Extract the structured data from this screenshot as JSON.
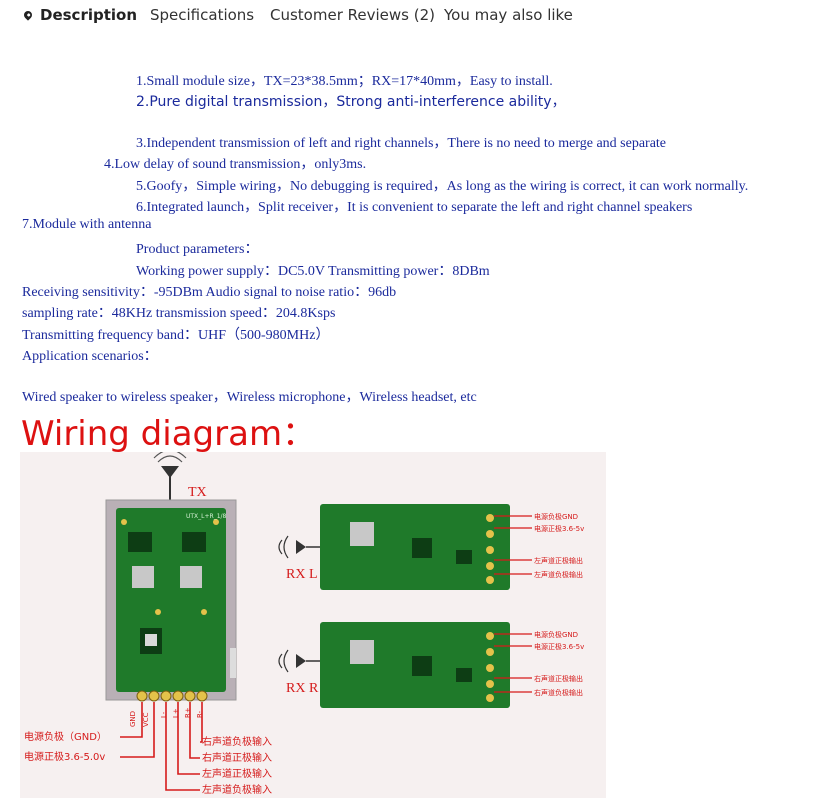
{
  "tabs": [
    {
      "label": "Description",
      "active": true,
      "icon": "map-pin-icon"
    },
    {
      "label": "Specifications",
      "active": false
    },
    {
      "label": "Customer Reviews (2)",
      "active": false
    },
    {
      "label": "You may also like",
      "active": false
    }
  ],
  "description": {
    "lines": [
      "1.Small module size，TX=23*38.5mm；RX=17*40mm，Easy to install.",
      "2.Pure digital transmission，Strong anti-interference ability，",
      "3.Independent transmission of left and right channels，There is no need to merge and separate",
      "4.Low delay of sound transmission，only3ms.",
      "5.Goofy，Simple wiring，No debugging is required，As long as the wiring is correct, it can work normally.",
      "6.Integrated launch，Split receiver，It is convenient to separate the left and right channel speakers",
      "7.Module with antenna",
      "Product parameters：",
      "Working power supply：DC5.0V Transmitting power：8DBm",
      "Receiving sensitivity：-95DBm Audio signal to noise ratio：96db",
      "sampling rate：48KHz transmission speed：204.8Ksps",
      "Transmitting frequency band：UHF（500-980MHz）",
      "Application scenarios：",
      "Wired speaker to wireless speaker，Wireless microphone，Wireless headset, etc"
    ]
  },
  "wiring": {
    "heading": "Wiring diagram：",
    "tx_label": "TX",
    "rx_l_label": "RX L",
    "rx_r_label": "RX R",
    "tx_pins": [
      "GND",
      "VCC",
      "L-",
      "L+",
      "R+",
      "R-"
    ],
    "tx_left_labels": [
      "电源负极（GND）",
      "电源正极3.6-5.0v"
    ],
    "tx_right_labels": [
      "右声道负极输入",
      "右声道正极输入",
      "左声道正极输入",
      "左声道负极输入"
    ],
    "rx_l_pin_labels": [
      "电源负极GND",
      "电源正极3.6-5v",
      "左声道正极输出",
      "左声道负极输出"
    ],
    "rx_r_pin_labels": [
      "电源负极GND",
      "电源正极3.6-5v",
      "右声道正极输出",
      "右声道负极输出"
    ],
    "colors": {
      "heading": "#dd1111",
      "text": "#1b2a9c",
      "pcb": "#1f7a2a",
      "annotation": "#d51b1b"
    }
  }
}
